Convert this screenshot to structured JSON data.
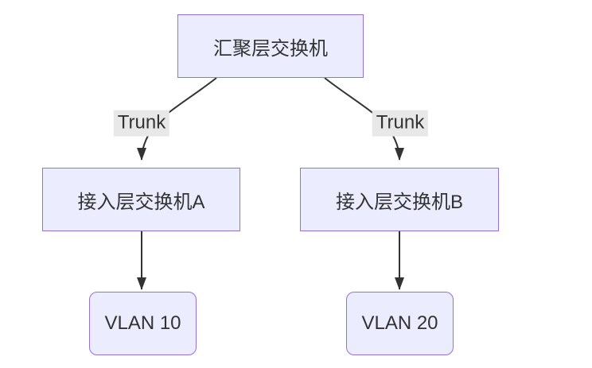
{
  "diagram": {
    "type": "flowchart",
    "direction": "top-down",
    "colors": {
      "node_fill": "#ECECFF",
      "node_border": "#9370DB",
      "edge_stroke": "#333333",
      "edge_label_bg": "#e8e8e8",
      "text": "#333333",
      "background": "#ffffff"
    },
    "nodes": [
      {
        "id": "aggregation-switch",
        "label": "汇聚层交换机",
        "shape": "rectangle"
      },
      {
        "id": "access-switch-a",
        "label": "接入层交换机A",
        "shape": "rectangle"
      },
      {
        "id": "access-switch-b",
        "label": "接入层交换机B",
        "shape": "rectangle"
      },
      {
        "id": "vlan-10",
        "label": "VLAN 10",
        "shape": "rounded-rectangle"
      },
      {
        "id": "vlan-20",
        "label": "VLAN 20",
        "shape": "rounded-rectangle"
      }
    ],
    "edges": [
      {
        "from": "aggregation-switch",
        "to": "access-switch-a",
        "label": "Trunk",
        "arrow": "filled-triangle"
      },
      {
        "from": "aggregation-switch",
        "to": "access-switch-b",
        "label": "Trunk",
        "arrow": "filled-triangle"
      },
      {
        "from": "access-switch-a",
        "to": "vlan-10",
        "label": "",
        "arrow": "filled-triangle"
      },
      {
        "from": "access-switch-b",
        "to": "vlan-20",
        "label": "",
        "arrow": "filled-triangle"
      }
    ]
  }
}
